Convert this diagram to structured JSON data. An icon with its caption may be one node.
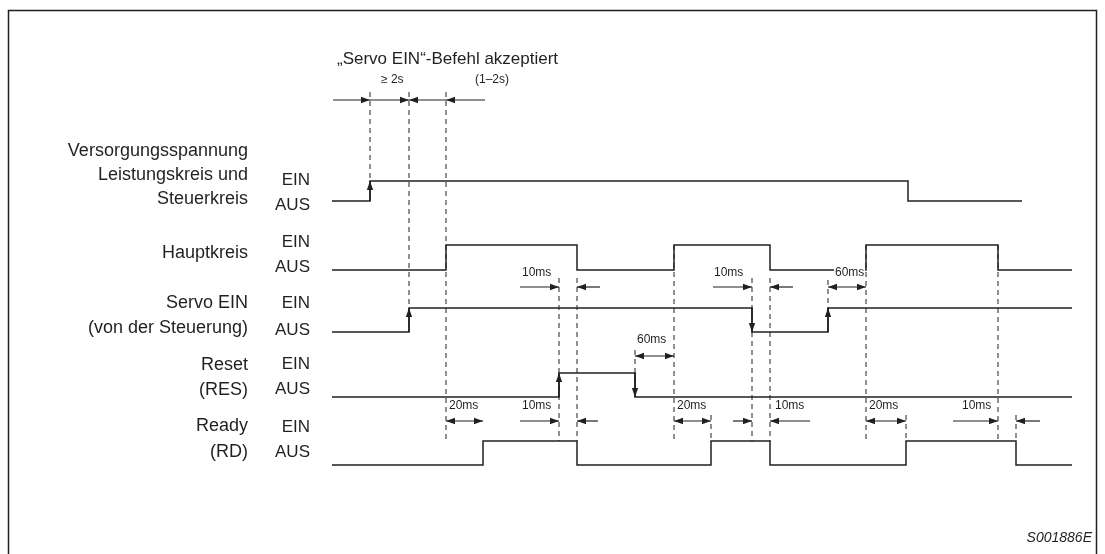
{
  "diagram": {
    "title": "„Servo EIN“-Befehl akzeptiert",
    "labels": [
      "≥ 2s",
      "(1–2s)",
      "Versorgungsspannung Leistungskreis und Steuerkreis",
      "EIN",
      "AUS",
      "Hauptkreis",
      "EIN",
      "AUS",
      "10ms",
      "10ms",
      "60ms",
      "Servo EIN",
      "EIN",
      "(von der Steuerung)",
      "AUS",
      "60ms",
      "Reset",
      "EIN",
      "(RES)",
      "AUS",
      "20ms",
      "10ms",
      "20ms",
      "10ms",
      "20ms",
      "10ms",
      "Ready",
      "EIN",
      "(RD)",
      "AUS",
      "S001886E"
    ]
  }
}
